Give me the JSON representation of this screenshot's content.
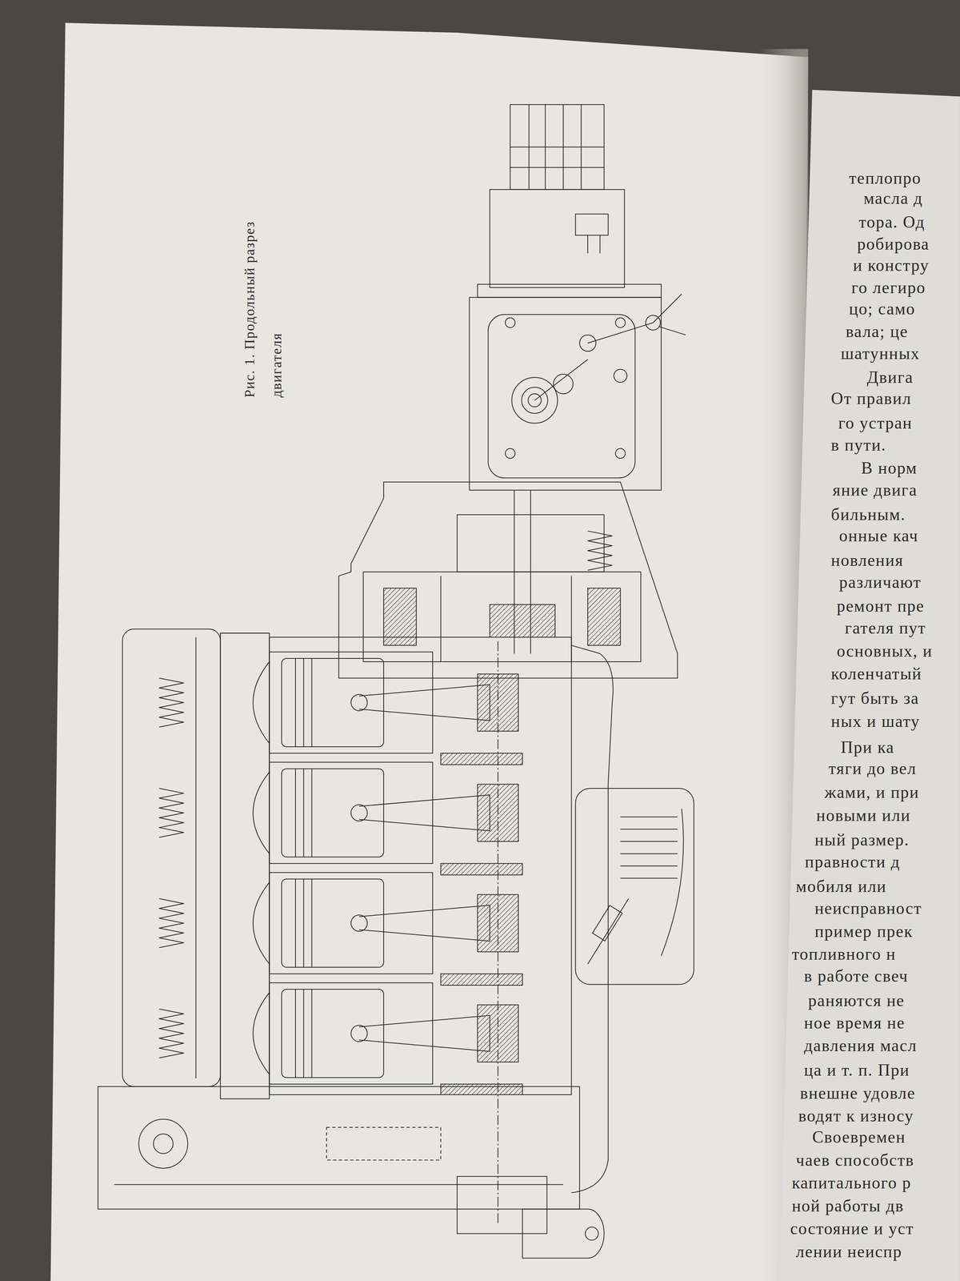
{
  "diagram": {
    "caption": "Рис. 1. Продольный разрез двигателя",
    "labels": [
      "теплопро",
      "масла д",
      "тора. Од",
      "робирова",
      "и констру",
      "го легиро",
      "цо; само",
      "вала; це",
      "шатунных",
      "Двига",
      "От правил",
      "го устран",
      "в пути.",
      "В норм",
      "яние двига",
      "бильным.",
      "онные кач",
      "новления",
      "различают",
      "ремонт пре",
      "гателя пут",
      "основных, и",
      "коленчатый",
      "гут быть за",
      "ных и шату",
      "При ка",
      "тяги до вел",
      "жами, и при",
      "новыми или",
      "ный размер.",
      "правности д",
      "мобиля или",
      "неисправност",
      "пример прек",
      "топливного н",
      "в работе свеч",
      "раняются не",
      "ное время не",
      "давления масл",
      "ца и т. п. При",
      "внешне удовле",
      "водят к износу",
      "Своевремен",
      "чаев способств",
      "капитального р",
      "ной работы дв",
      "состояние и уст",
      "лении неиспр"
    ]
  }
}
